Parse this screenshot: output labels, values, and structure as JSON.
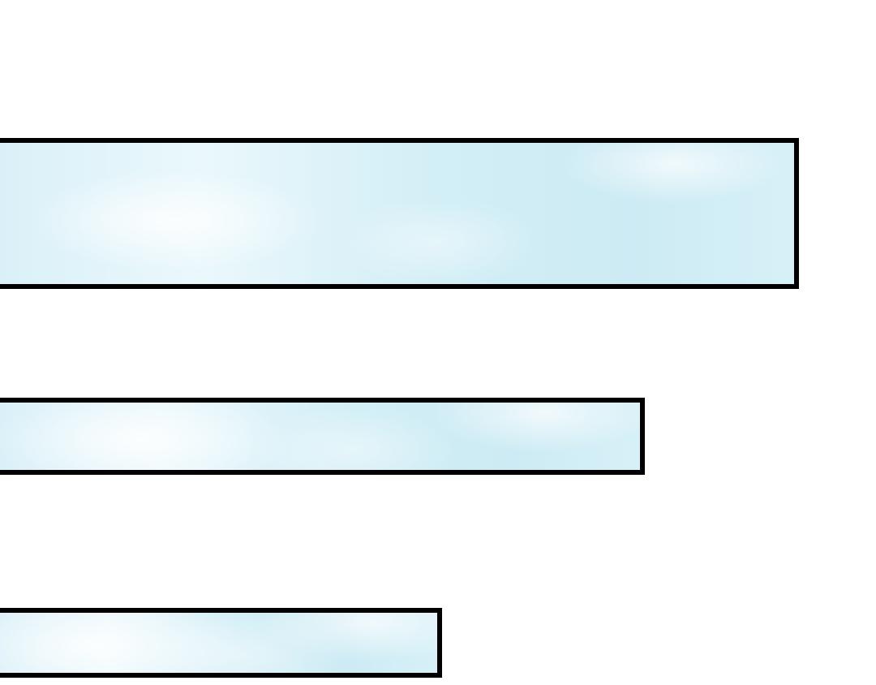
{
  "panels": [
    {
      "id": "panel-1",
      "fill": "#d2eef6",
      "border": "#000000"
    },
    {
      "id": "panel-2",
      "fill": "#d8f0f7",
      "border": "#000000"
    },
    {
      "id": "panel-3",
      "fill": "#dcf2f8",
      "border": "#000000"
    }
  ]
}
